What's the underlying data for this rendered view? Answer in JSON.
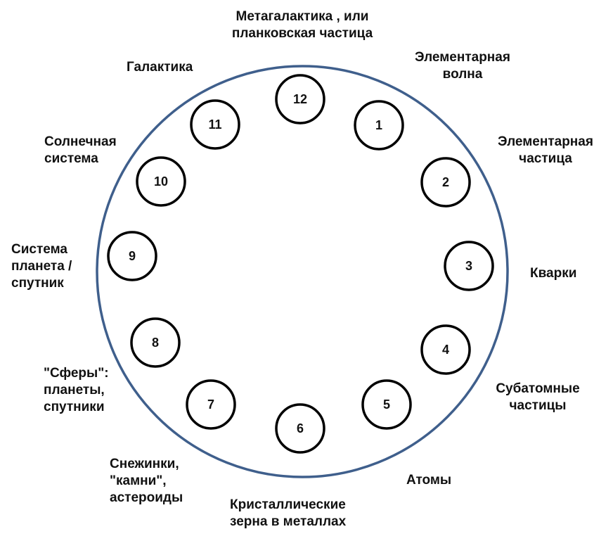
{
  "colors": {
    "big_circle": "#3f5f8c",
    "small_circle": "#000000",
    "text": "#111111"
  },
  "nodes": [
    {
      "number": "1",
      "caption": "Элементарная\nволна"
    },
    {
      "number": "2",
      "caption": "Элементарная\nчастица"
    },
    {
      "number": "3",
      "caption": "Кварки"
    },
    {
      "number": "4",
      "caption": "Субатомные\nчастицы"
    },
    {
      "number": "5",
      "caption": "Атомы"
    },
    {
      "number": "6",
      "caption": "Кристаллические\nзерна в металлах"
    },
    {
      "number": "7",
      "caption": "Снежинки,\n\"камни\",\nастероиды"
    },
    {
      "number": "8",
      "caption": "\"Сферы\":\nпланеты,\nспутники"
    },
    {
      "number": "9",
      "caption": "Система\nпланета /\nспутник"
    },
    {
      "number": "10",
      "caption": "Солнечная\nсистема"
    },
    {
      "number": "11",
      "caption": "Галактика"
    },
    {
      "number": "12",
      "caption": "Метагалактика , или\nпланковская частица"
    }
  ]
}
